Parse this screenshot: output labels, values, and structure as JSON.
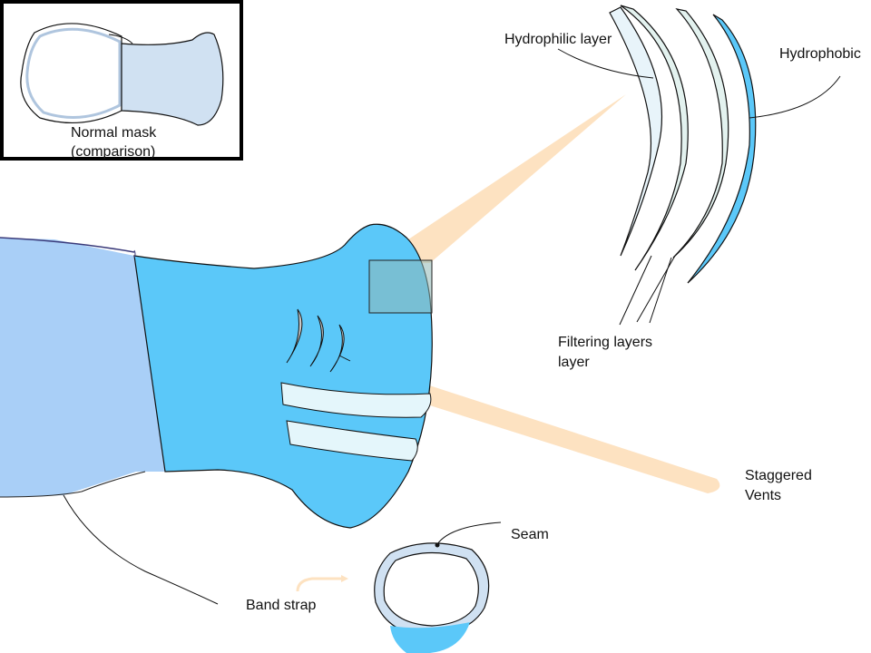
{
  "colors": {
    "mask_blue": "#5bc8f9",
    "side_panel": "#a9cff7",
    "light_layer": "#e3f2ef",
    "peach_beam": "#fde2c1",
    "vent_gray": "#c9c9c9",
    "band_strap": "#e4f6fb",
    "normal_mask_fill": "#d0e1f2"
  },
  "inset": {
    "line1": "Normal mask",
    "line2": "(comparison)"
  },
  "labels": {
    "hydrophilic": "Hydrophilic layer",
    "hydrophobic": "Hydrophobic",
    "filtering_1": "Filtering layers",
    "filtering_2": "layer",
    "staggered_1": "Staggered",
    "staggered_2": "Vents",
    "seam": "Seam",
    "band_strap": "Band strap"
  }
}
